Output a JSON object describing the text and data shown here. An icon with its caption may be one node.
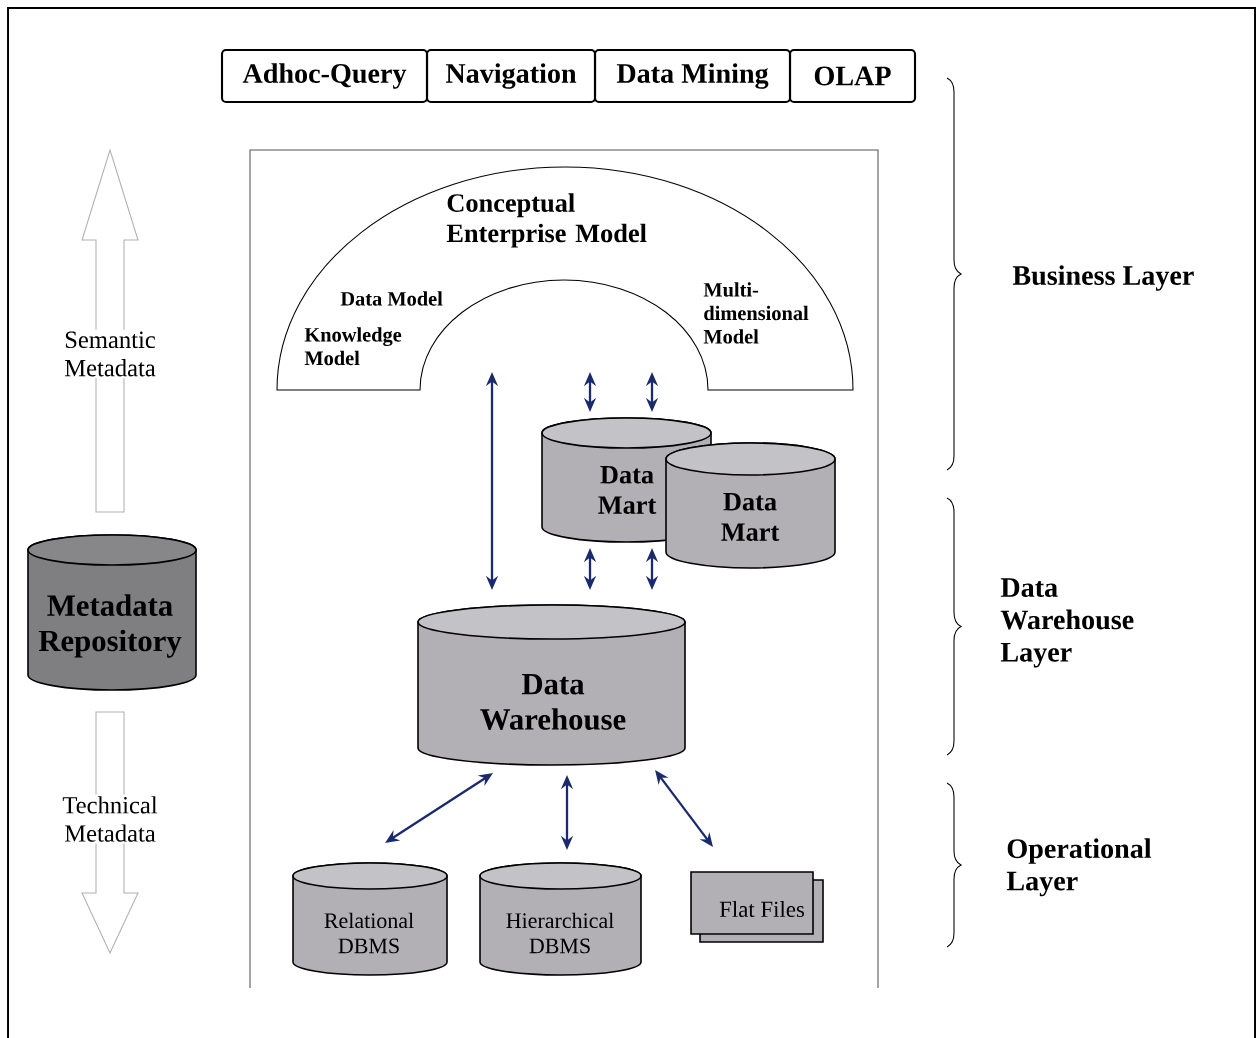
{
  "diagram": {
    "nodes": [
      {
        "text": [
          "Adhoc-Query"
        ]
      },
      {
        "text": [
          "Navigation"
        ]
      },
      {
        "text": [
          "Data Mining"
        ]
      },
      {
        "text": [
          "OLAP"
        ]
      },
      {
        "text": [
          "Conceptual Enterprise Model",
          "Data Model",
          "Knowledge Model",
          "Multi- dimensional Model"
        ]
      },
      {
        "text": [
          "Data Mart"
        ]
      },
      {
        "text": [
          "Data Mart"
        ]
      },
      {
        "text": [
          "Data Warehouse"
        ]
      },
      {
        "text": [
          "Relational DBMS"
        ]
      },
      {
        "text": [
          "Hierarchical DBMS"
        ]
      },
      {
        "text": [
          "Flat Files"
        ]
      },
      {
        "text": [
          "Metadata Repository"
        ]
      }
    ],
    "edges": [
      {
        "from": 4,
        "to": 7,
        "arrow": "both"
      },
      {
        "from": null,
        "to": 5,
        "arrow": "both"
      },
      {
        "from": null,
        "to": 5,
        "arrow": "both"
      },
      {
        "from": 5,
        "to": 7,
        "arrow": "both"
      },
      {
        "from": 5,
        "to": 7,
        "arrow": "both"
      },
      {
        "from": 7,
        "to": 8,
        "arrow": "both"
      },
      {
        "from": 7,
        "to": 9,
        "arrow": "both"
      },
      {
        "from": 7,
        "to": 10,
        "arrow": "both"
      },
      {
        "from": 11,
        "to": null,
        "arrow": "to",
        "label": "Semantic Metadata",
        "color": "#b0b0b0"
      },
      {
        "from": 11,
        "to": null,
        "arrow": "to",
        "label": "Technical Metadata",
        "color": "#b0b0b0"
      }
    ],
    "labels": [
      "Business Layer",
      "Data Warehouse Layer",
      "Operational Layer"
    ]
  }
}
